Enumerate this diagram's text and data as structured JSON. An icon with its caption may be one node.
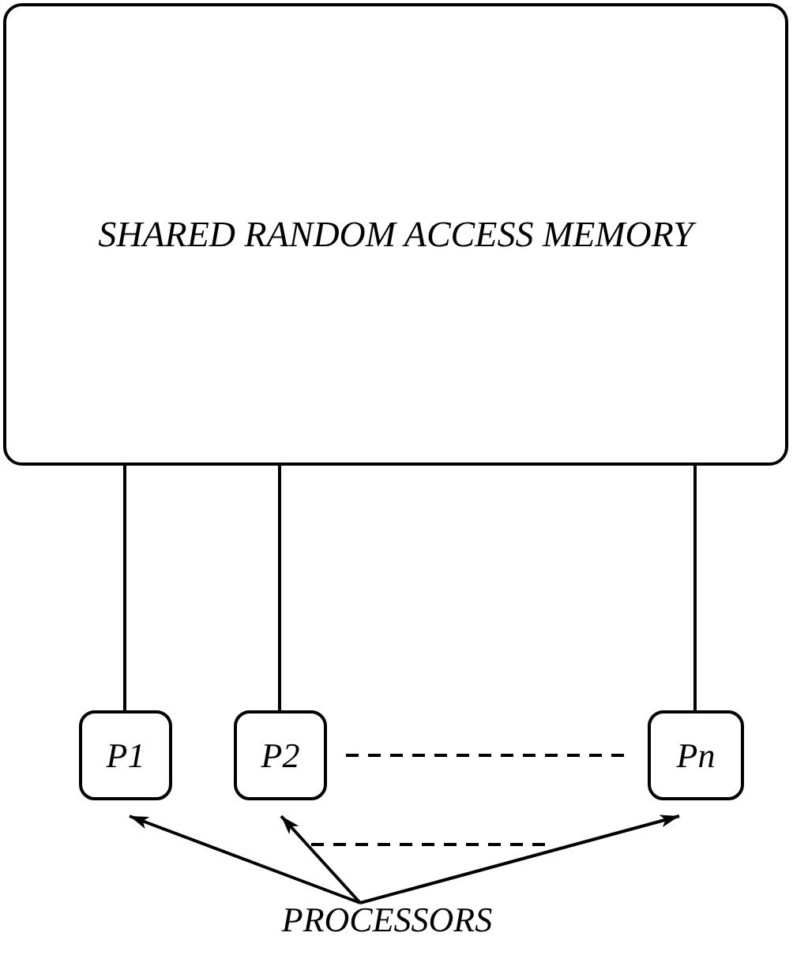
{
  "diagram": {
    "nodes": [
      {
        "text": [
          "SHARED RANDOM ACCESS MEMORY"
        ]
      },
      {
        "text": [
          "P1"
        ]
      },
      {
        "text": [
          "P2"
        ]
      },
      {
        "text": [
          "Pn"
        ]
      },
      {
        "text": [
          "PROCESSORS"
        ]
      }
    ],
    "edges": [
      {
        "from": 0,
        "to": 1,
        "arrow": "none"
      },
      {
        "from": 0,
        "to": 2,
        "arrow": "none"
      },
      {
        "from": 0,
        "to": 3,
        "arrow": "none"
      },
      {
        "from": 2,
        "to": 3,
        "arrow": "none",
        "style": "dashed"
      },
      {
        "from": 4,
        "to": 1,
        "arrow": "to"
      },
      {
        "from": 4,
        "to": 2,
        "arrow": "to"
      },
      {
        "from": 4,
        "to": 3,
        "arrow": "to"
      }
    ]
  }
}
